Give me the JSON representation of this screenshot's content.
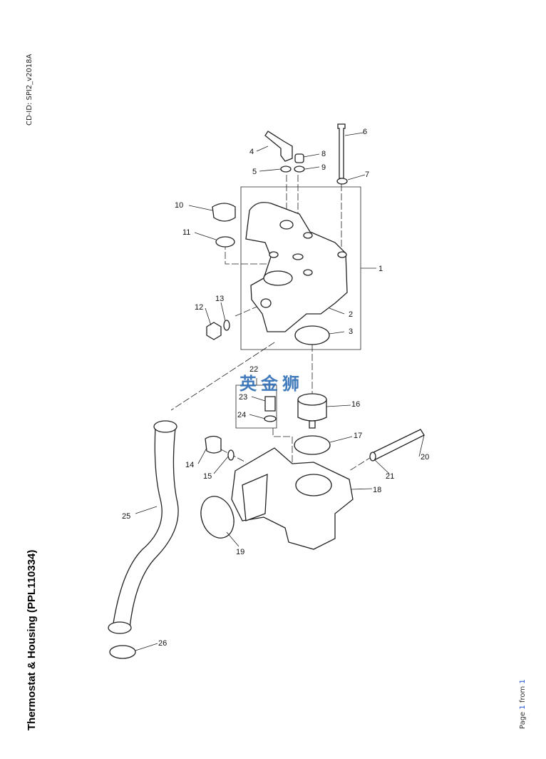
{
  "header": {
    "cd_id": "CD-ID: SPI2_v2018A"
  },
  "title": "Thermostat & Housing (PPL110334)",
  "footer": {
    "page_prefix": "Page ",
    "page_current": "1",
    "page_mid": " from ",
    "page_total": "1"
  },
  "watermark": "英金狮",
  "labels": {
    "l1": "1",
    "l2": "2",
    "l3": "3",
    "l4": "4",
    "l5": "5",
    "l6": "6",
    "l7": "7",
    "l8": "8",
    "l9": "9",
    "l10": "10",
    "l11": "11",
    "l12": "12",
    "l13": "13",
    "l14": "14",
    "l15": "15",
    "l16": "16",
    "l17": "17",
    "l18": "18",
    "l19": "19",
    "l20": "20",
    "l21": "21",
    "l22": "22",
    "l23": "23",
    "l24": "24",
    "l25": "25",
    "l26": "26"
  }
}
